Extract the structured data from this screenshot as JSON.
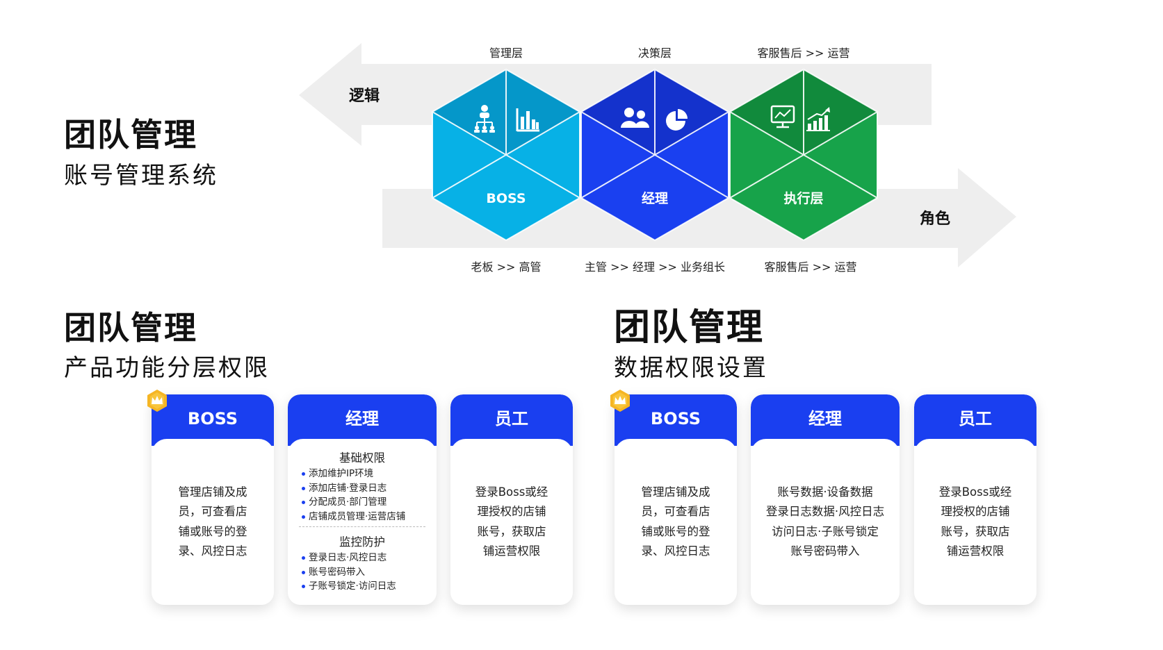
{
  "header": {
    "title": "团队管理",
    "subtitle": "账号管理系统"
  },
  "diagram": {
    "left_arrow_label": "逻辑",
    "right_arrow_label": "角色",
    "top_labels": [
      "管理层",
      "决策层",
      "客服售后 >> 运营"
    ],
    "bottom_labels": [
      "老板 >> 高管",
      "主管 >> 经理 >> 业务组长",
      "客服售后 >> 运营"
    ],
    "hexagons": [
      {
        "name": "BOSS",
        "color": "#07b1e6",
        "icons": [
          "org-chart-icon",
          "bar-chart-icon"
        ]
      },
      {
        "name": "经理",
        "color": "#1a40f0",
        "icons": [
          "users-icon",
          "pie-chart-icon"
        ]
      },
      {
        "name": "执行层",
        "color": "#17a34a",
        "icons": [
          "monitor-chart-icon",
          "growth-chart-icon"
        ]
      }
    ]
  },
  "section_left": {
    "title": "团队管理",
    "subtitle": "产品功能分层权限",
    "cards": [
      {
        "head": "BOSS",
        "lines": [
          "管理店铺及成",
          "员，可查看店",
          "铺或账号的登",
          "录、风控日志"
        ]
      },
      {
        "head": "经理",
        "groups": [
          {
            "title": "基础权限",
            "items": [
              "添加维护IP环境",
              "添加店铺·登录日志",
              "分配成员·部门管理",
              "店铺成员管理·运营店铺"
            ]
          },
          {
            "title": "监控防护",
            "items": [
              "登录日志·风控日志",
              "账号密码带入",
              "子账号锁定·访问日志"
            ]
          }
        ]
      },
      {
        "head": "员工",
        "lines": [
          "登录Boss或经",
          "理授权的店铺",
          "账号，获取店",
          "铺运营权限"
        ]
      }
    ]
  },
  "section_right": {
    "title": "团队管理",
    "subtitle": "数据权限设置",
    "cards": [
      {
        "head": "BOSS",
        "lines": [
          "管理店铺及成",
          "员，可查看店",
          "铺或账号的登",
          "录、风控日志"
        ]
      },
      {
        "head": "经理",
        "lines": [
          "账号数据·设备数据",
          "登录日志数据·风控日志",
          "访问日志·子账号锁定",
          "账号密码带入"
        ]
      },
      {
        "head": "员工",
        "lines": [
          "登录Boss或经",
          "理授权的店铺",
          "账号，获取店",
          "铺运营权限"
        ]
      }
    ]
  },
  "colors": {
    "accent_blue": "#1a3ff0",
    "cyan": "#07b1e6",
    "green": "#17a34a",
    "crown_gold": "#f5b524",
    "arrow_gray": "#eeeeee"
  }
}
